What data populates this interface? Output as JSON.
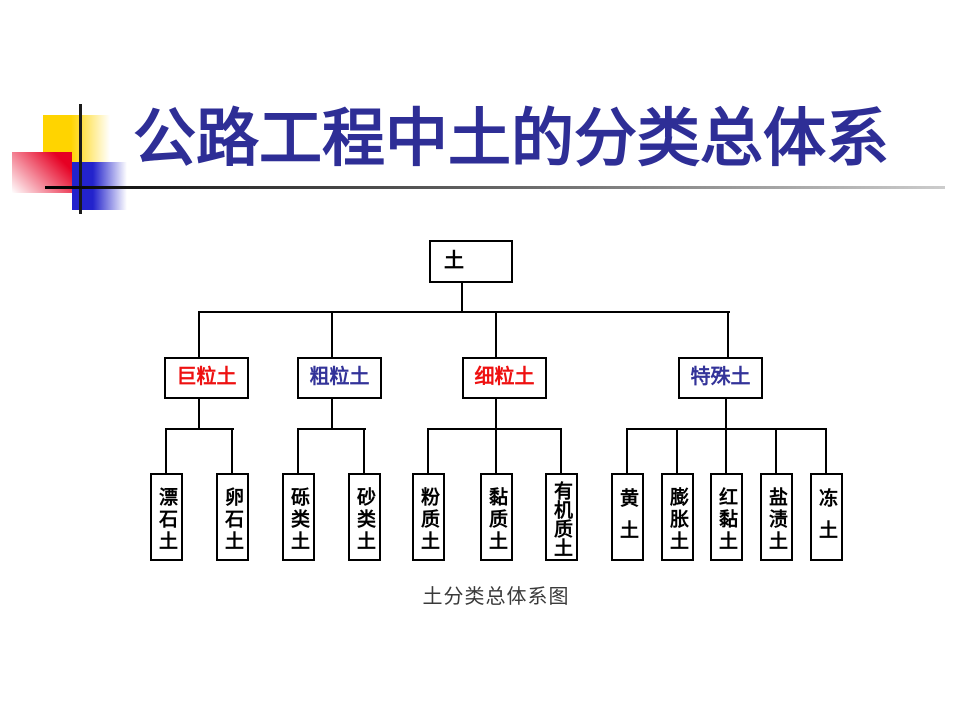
{
  "slide": {
    "title": "公路工程中土的分类总体系",
    "caption": "土分类总体系图"
  },
  "tree": {
    "root": {
      "label": "土"
    },
    "branches": [
      {
        "label": "巨粒土",
        "color": "red",
        "children": [
          "漂石土",
          "卵石土"
        ]
      },
      {
        "label": "粗粒土",
        "color": "blue",
        "children": [
          "砾类土",
          "砂类土"
        ]
      },
      {
        "label": "细粒土",
        "color": "red",
        "children": [
          "粉质土",
          "黏质土",
          "有机质土"
        ]
      },
      {
        "label": "特殊土",
        "color": "blue",
        "children": [
          "黄土",
          "膨胀土",
          "红黏土",
          "盐渍土",
          "冻土"
        ]
      }
    ]
  },
  "colors": {
    "title_text": "#2E2E96",
    "label_red": "#EE1111",
    "label_blue": "#333399",
    "node_text": "#000000",
    "square_yellow": "#FFD400",
    "square_red": "#E60023",
    "square_blue": "#2323CC"
  }
}
